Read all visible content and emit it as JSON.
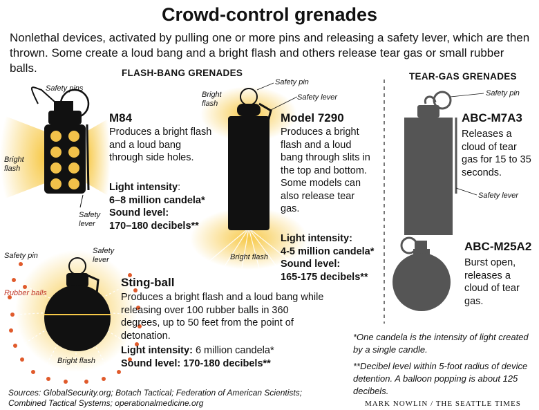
{
  "title": "Crowd-control grenades",
  "intro": "Nonlethal devices, activated by pulling one or more pins and releasing a safety lever, which are then thrown. Some create a loud bang and a bright flash and others release tear gas or small rubber balls.",
  "sections": {
    "flashbang": "FLASH-BANG GRENADES",
    "teargas": "TEAR-GAS GRENADES"
  },
  "m84": {
    "name": "M84",
    "desc": "Produces a bright flash and a loud bang through side holes.",
    "intensity_label": "Light intensity",
    "intensity_value": "6–8 million candela*",
    "sound_label": "Sound level:",
    "sound_value": "170–180 decibels**",
    "ann_pins": "Safety pins",
    "ann_flash": "Bright flash",
    "ann_lever": "Safety lever"
  },
  "model7290": {
    "name": "Model 7290",
    "desc": "Produces a bright flash and a loud bang through slits in the top and bottom. Some models can also release tear gas.",
    "intensity_label": "Light intensity:",
    "intensity_value": "4-5 million candela*",
    "sound_label": "Sound level:",
    "sound_value": "165-175 decibels**",
    "ann_pin": "Safety pin",
    "ann_flash_top": "Bright flash",
    "ann_lever": "Safety lever",
    "ann_flash_bottom": "Bright flash"
  },
  "stingball": {
    "name": "Sting-ball",
    "desc": "Produces a bright flash and a loud bang while releasing over 100 rubber balls in 360 degrees, up to 50 feet from the point of detonation.",
    "intensity_label": "Light intensity:",
    "intensity_value": "6 million candela*",
    "sound_label": "Sound level:",
    "sound_value": "170-180 decibels**",
    "ann_pin": "Safety pin",
    "ann_lever": "Safety lever",
    "ann_balls": "Rubber balls",
    "ann_flash": "Bright flash"
  },
  "abcm7a3": {
    "name": "ABC-M7A3",
    "desc": "Releases a cloud of tear gas for 15 to 35 seconds.",
    "ann_pin": "Safety pin",
    "ann_lever": "Safety lever"
  },
  "abcm25a2": {
    "name": "ABC-M25A2",
    "desc": "Burst open, releases a cloud of tear gas."
  },
  "notes": {
    "candela": "*One candela is the intensity of light created by a single candle.",
    "decibel": "**Decibel level within 5-foot radius of device detention. A balloon popping is about 125 decibels."
  },
  "sources": "Sources: GlobalSecurity.org; Botach Tactical; Federation of American Scientists; Combined Tactical Systems; operationalmedicine.org",
  "credit": "MARK NOWLIN / THE SEATTLE TIMES",
  "colors": {
    "flash": "#f7c948",
    "grenade": "#111111",
    "teargas_body": "#555555",
    "rubber_ball": "#e05a2b",
    "accent_text": "#c0392b"
  }
}
